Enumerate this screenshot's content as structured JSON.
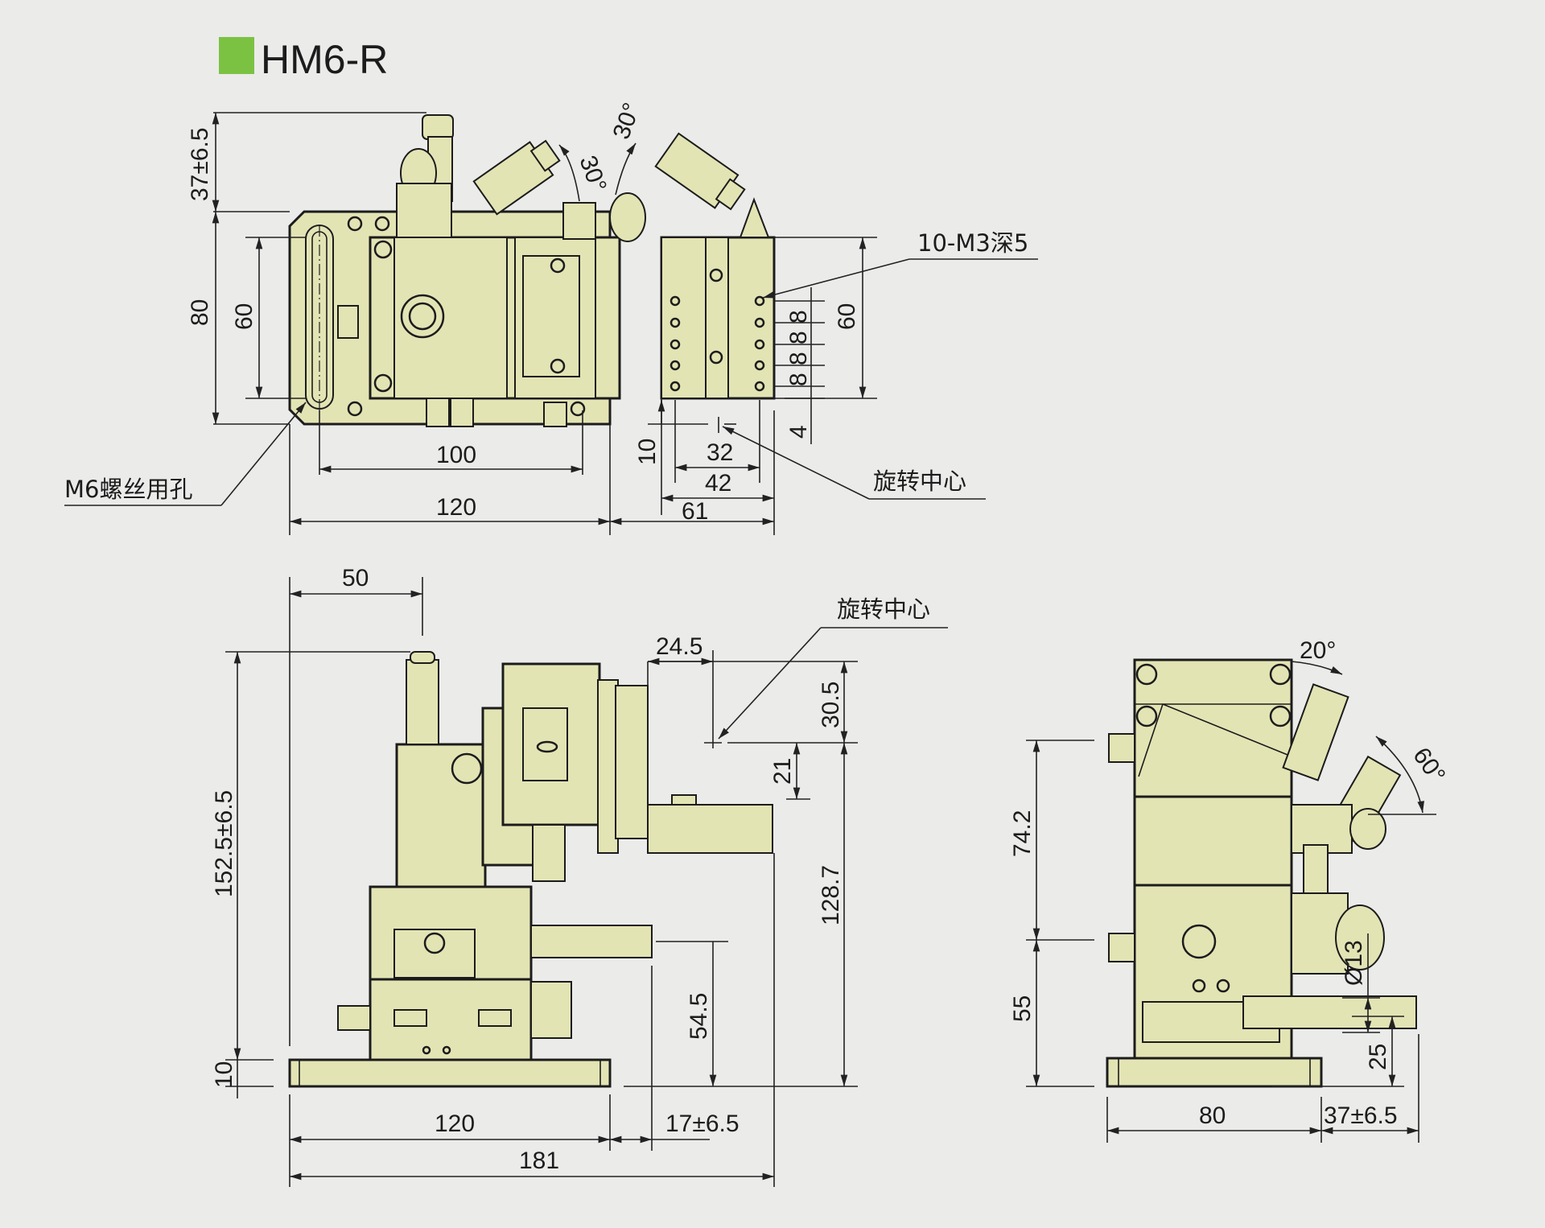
{
  "title": {
    "model": "HM6-R",
    "marker_color": "#7cc242"
  },
  "colors": {
    "background": "#ebebea",
    "part_fill": "#e3e4b4",
    "line": "#1c1c1c"
  },
  "top_view": {
    "dims": {
      "knob_height": "37±6.5",
      "plate_height": "80",
      "slot_length": "60",
      "slot_spacing": "100",
      "plate_width": "120",
      "right_height": "60",
      "pitch_1": "8",
      "pitch_2": "8",
      "pitch_3": "8",
      "pitch_4": "8",
      "edge_offset": "4",
      "center_offset_y": "10",
      "hole_span_32": "32",
      "hole_span_42": "42",
      "stage_width_61": "61",
      "angle_left": "30°",
      "angle_right": "30°"
    },
    "callouts": {
      "tapped_holes": "10-M3深5",
      "mount_slot": "M6螺丝用孔",
      "rotation_center": "旋转中心"
    }
  },
  "front_view": {
    "dims": {
      "knob_offset": "50",
      "total_height": "152.5±6.5",
      "base_thickness": "10",
      "center_x_offset": "24.5",
      "center_to_top": "30.5",
      "center_to_platform": "21",
      "center_height": "128.7",
      "micrometer_height": "54.5",
      "base_width": "120",
      "micrometer_overhang": "17±6.5",
      "overall_width": "181"
    },
    "callouts": {
      "rotation_center": "旋转中心"
    }
  },
  "side_view": {
    "dims": {
      "tilt_angle": "20°",
      "micrometer_angle": "60°",
      "upper_height": "74.2",
      "lower_height": "55",
      "micrometer_diameter": "Ø13",
      "micrometer_axis_height": "25",
      "base_width": "80",
      "micrometer_overhang": "37±6.5"
    }
  }
}
